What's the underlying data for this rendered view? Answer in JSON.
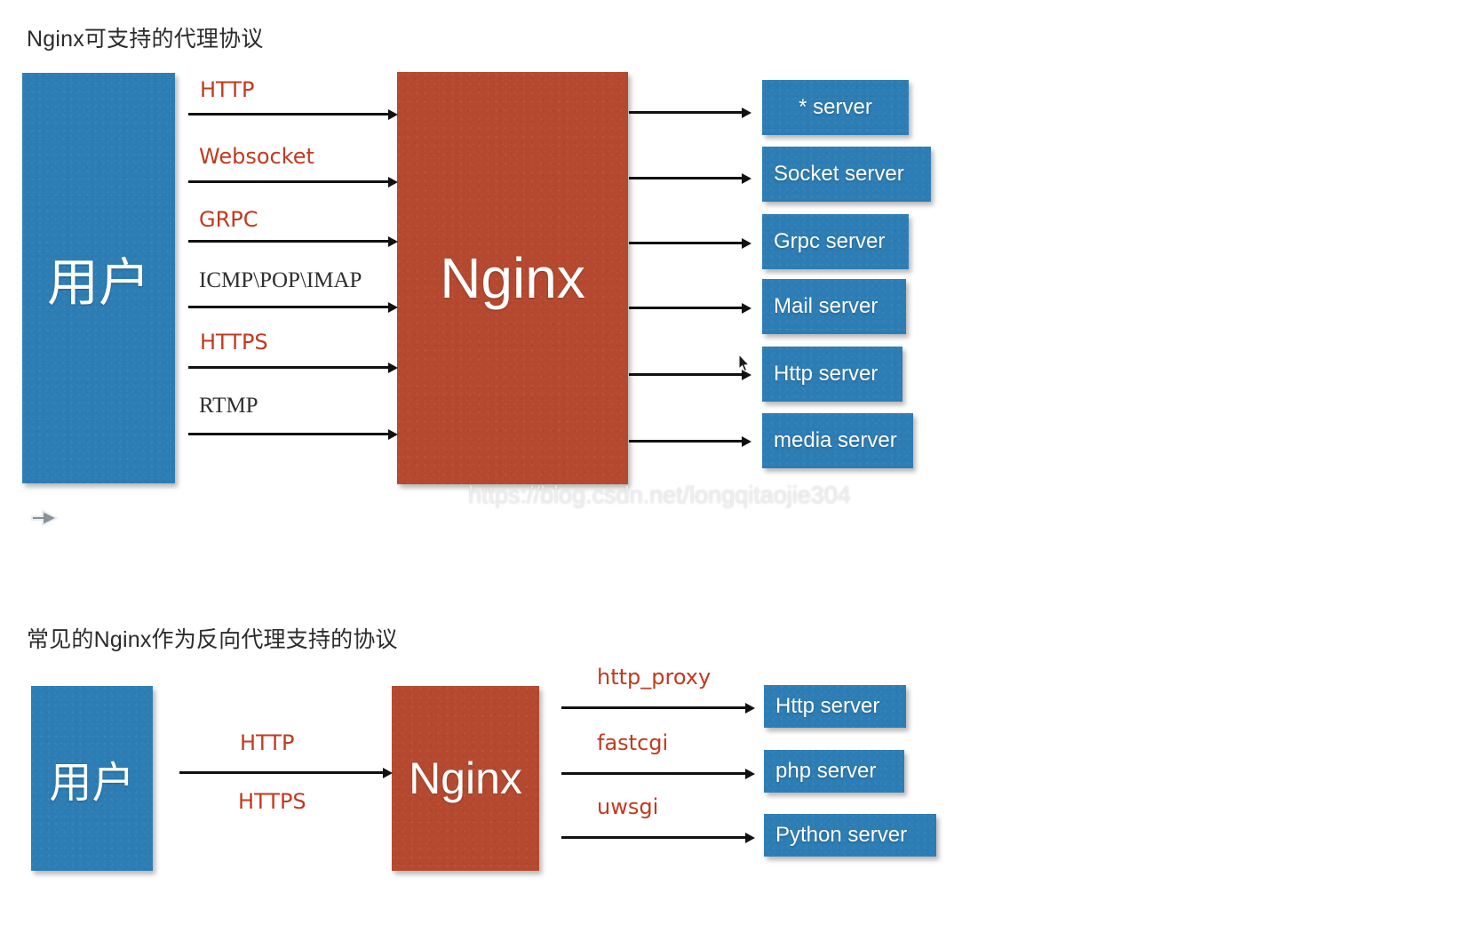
{
  "sections": [
    {
      "title": "Nginx可支持的代理协议",
      "source_node": {
        "label": "用户"
      },
      "proxy_node": {
        "label": "Nginx"
      },
      "inbound_protocols": [
        {
          "label": "HTTP",
          "color": "red"
        },
        {
          "label": "Websocket",
          "color": "red"
        },
        {
          "label": "GRPC",
          "color": "red"
        },
        {
          "label": "ICMP\\POP\\IMAP",
          "color": "dark"
        },
        {
          "label": "HTTPS",
          "color": "red"
        },
        {
          "label": "RTMP",
          "color": "dark"
        }
      ],
      "backends": [
        {
          "label": "* server"
        },
        {
          "label": "Socket server"
        },
        {
          "label": "Grpc server"
        },
        {
          "label": "Mail server"
        },
        {
          "label": "Http server"
        },
        {
          "label": "media server"
        }
      ],
      "watermark": "https://blog.csdn.net/longqitaojie304"
    },
    {
      "title": "常见的Nginx作为反向代理支持的协议",
      "source_node": {
        "label": "用户"
      },
      "proxy_node": {
        "label": "Nginx"
      },
      "inbound_protocols": [
        {
          "label": "HTTP",
          "color": "red"
        },
        {
          "label": "HTTPS",
          "color": "red"
        }
      ],
      "outbound_protocols": [
        {
          "label": "http_proxy",
          "color": "red"
        },
        {
          "label": "fastcgi",
          "color": "red"
        },
        {
          "label": "uwsgi",
          "color": "red"
        }
      ],
      "backends": [
        {
          "label": "Http server"
        },
        {
          "label": "php server"
        },
        {
          "label": "Python server"
        }
      ]
    }
  ],
  "colors": {
    "blue": "#2d7db5",
    "red_box": "#b5492f",
    "label_red": "#c03a20",
    "label_dark": "#2f2f2f",
    "arrow": "#111111",
    "title_text": "#2b2b2b",
    "page_background": "#ffffff"
  }
}
